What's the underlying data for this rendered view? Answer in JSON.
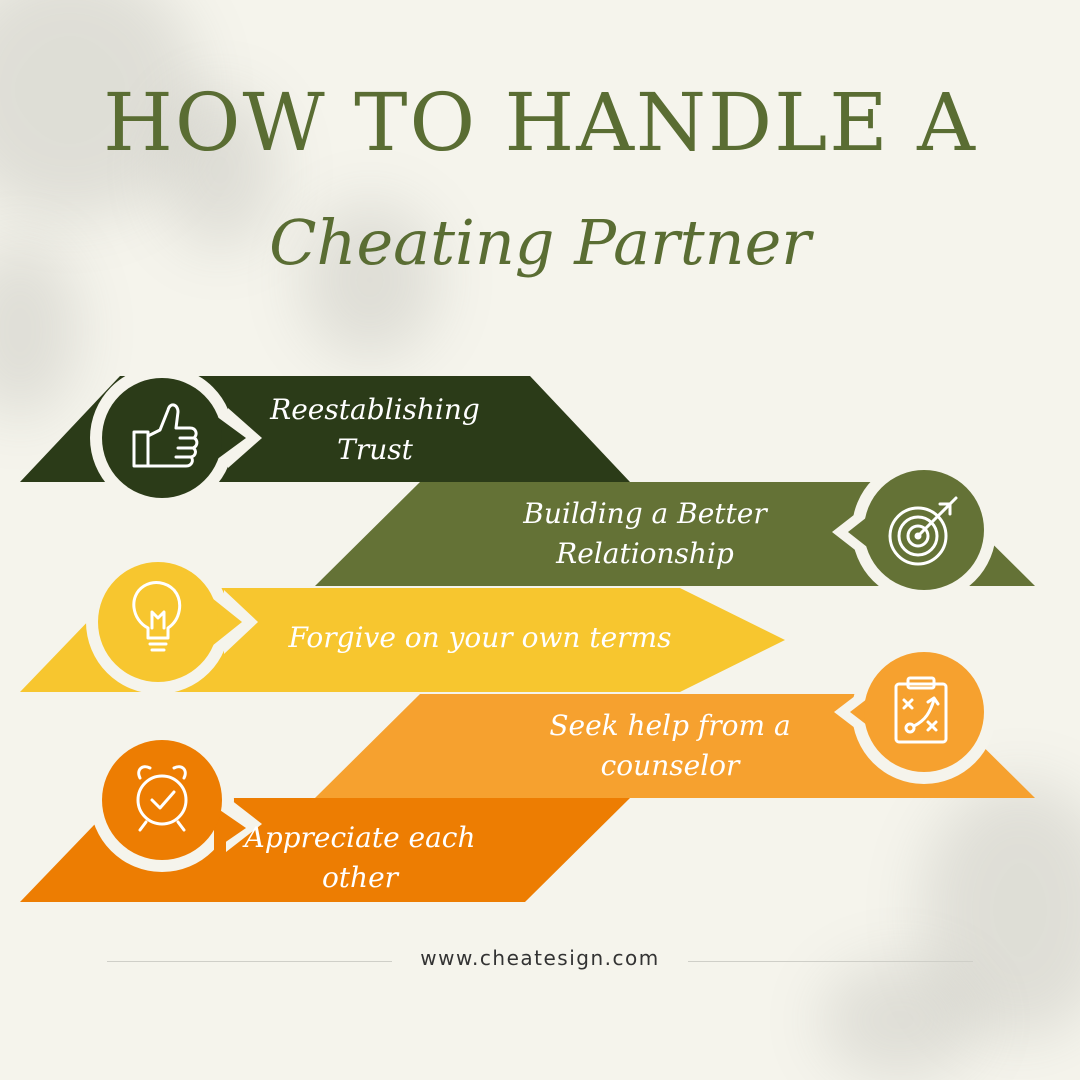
{
  "title": {
    "line1": "HOW TO HANDLE A",
    "line2": "Cheating Partner"
  },
  "items": [
    {
      "label": "Reestablishing\nTrust",
      "color": "#2b3b18",
      "icon": "thumbs-up-icon"
    },
    {
      "label": "Building a Better\nRelationship",
      "color": "#647236",
      "icon": "target-icon"
    },
    {
      "label": "Forgive on your own terms",
      "color": "#f7c62f",
      "icon": "lightbulb-icon"
    },
    {
      "label": "Seek help from a\ncounselor",
      "color": "#f6a12f",
      "icon": "strategy-clipboard-icon"
    },
    {
      "label": "Appreciate each\nother",
      "color": "#ed7d02",
      "icon": "alarm-clock-icon"
    }
  ],
  "footer": {
    "url": "www.cheatesign.com"
  }
}
